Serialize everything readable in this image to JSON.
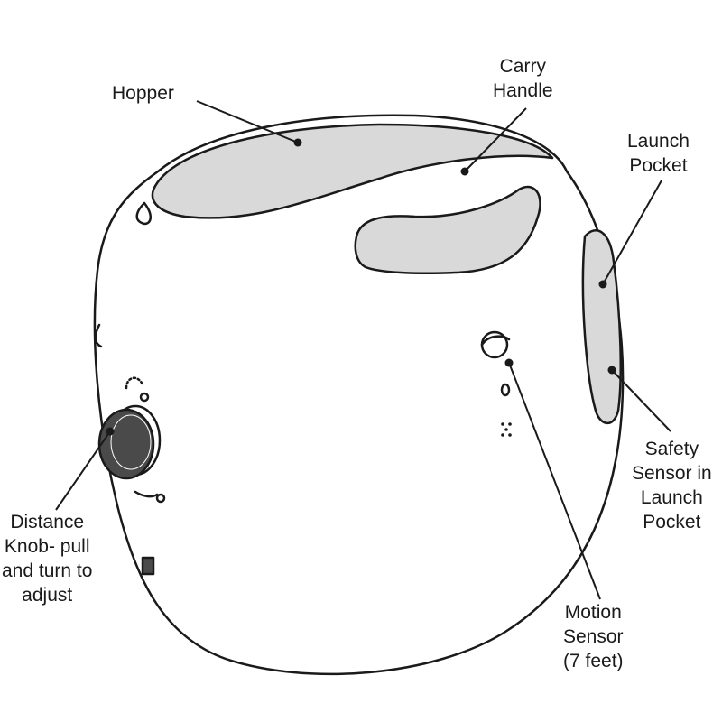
{
  "labels": {
    "hopper": {
      "lines": [
        "Hopper"
      ]
    },
    "carry_handle": {
      "lines": [
        "Carry",
        "Handle"
      ]
    },
    "launch_pocket": {
      "lines": [
        "Launch",
        "Pocket"
      ]
    },
    "safety_sensor": {
      "lines": [
        "Safety",
        "Sensor in",
        "Launch",
        "Pocket"
      ]
    },
    "motion_sensor": {
      "lines": [
        "Motion",
        "Sensor",
        "(7 feet)"
      ]
    },
    "distance_knob": {
      "lines": [
        "Distance",
        "Knob- pull",
        "and turn to",
        "adjust"
      ]
    }
  },
  "colors": {
    "outline": "#1a1a1a",
    "fill_gray": "#d9d9d9",
    "knob_dark": "#4a4a4a",
    "body": "#ffffff"
  }
}
